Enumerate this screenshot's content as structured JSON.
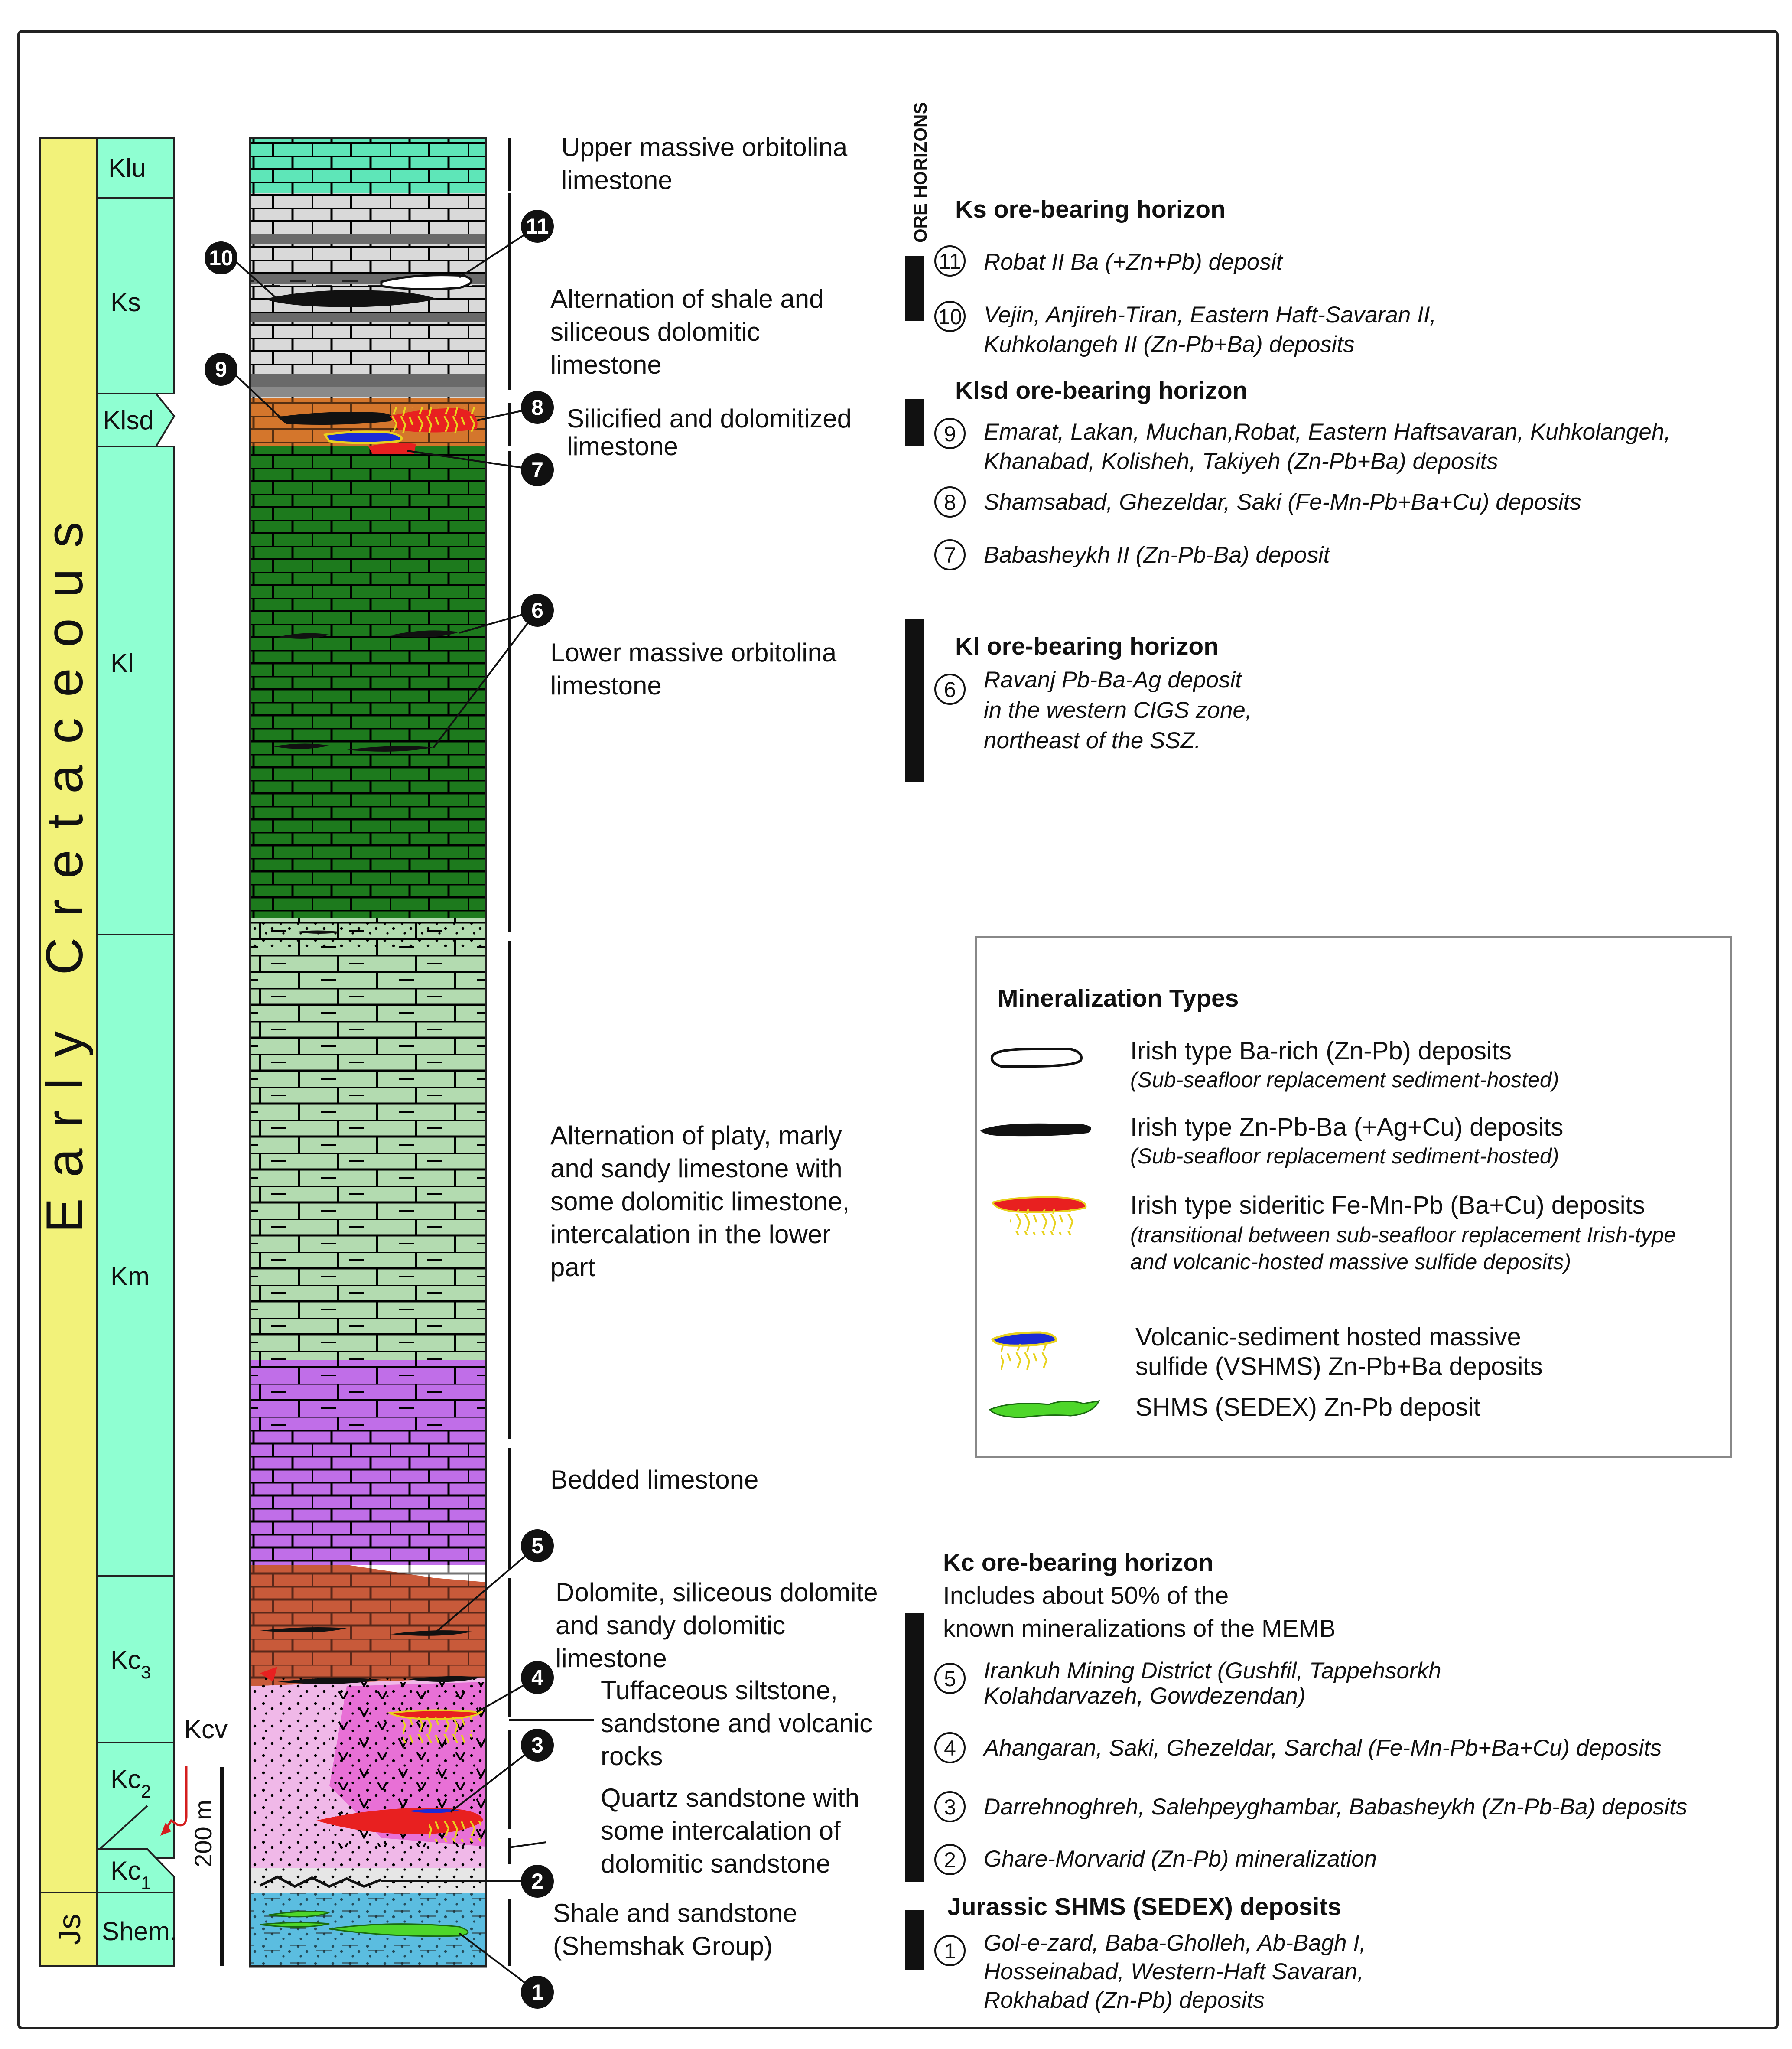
{
  "colors": {
    "klu": "#5ee6b8",
    "ks": "#d9d9d9",
    "klsd": "#d4762c",
    "kl": "#1d7a1d",
    "km": "#b3dbb0",
    "km_upper": "#c06ee8",
    "kc3": "#c85a3a",
    "kc2": "#f0b8e8",
    "kc1": "#e6e6e6",
    "shem": "#5bbde0",
    "period": "#f2f27a",
    "units": "#8fffd2"
  },
  "period": {
    "label": "Early Cretaceous",
    "jurassic": "Js"
  },
  "units": {
    "klu": "Klu",
    "ks": "Ks",
    "klsd": "Klsd",
    "kl": "Kl",
    "km": "Km",
    "kc3": "Kc",
    "kc3_sub": "3",
    "kc2": "Kc",
    "kc2_sub": "2",
    "kc1": "Kc",
    "kc1_sub": "1",
    "shem": "Shem.",
    "kcv": "Kcv"
  },
  "scale_bar": "200 m",
  "lithology": {
    "l1": "Upper massive orbitolina",
    "l1b": "limestone",
    "l2": "Alternation of shale and",
    "l2b": "siliceous dolomitic",
    "l2c": "limestone",
    "l3": "Silicified and dolomitized",
    "l3b": "limestone",
    "l4": "Lower massive orbitolina",
    "l4b": "limestone",
    "l5": "Alternation of platy, marly",
    "l5b": "and sandy limestone with",
    "l5c": "some dolomitic limestone,",
    "l5d": "intercalation in the lower",
    "l5e": "part",
    "l6": "Bedded limestone",
    "l7": "Dolomite, siliceous dolomite",
    "l7b": "and sandy dolomitic",
    "l7c": "limestone",
    "l8": "Tuffaceous siltstone,",
    "l8b": "sandstone and volcanic",
    "l8c": "rocks",
    "l9": "Quartz sandstone with",
    "l9b": "some intercalation of",
    "l9c": "dolomitic sandstone",
    "l10": "Shale and sandstone",
    "l10b": "(Shemshak Group)"
  },
  "ore_horizons_title": "ORE HORIZONS",
  "horizons": {
    "ks_title": "Ks ore-bearing horizon",
    "n11": "Robat II Ba (+Zn+Pb) deposit",
    "n10": "Vejin, Anjireh-Tiran, Eastern Haft-Savaran II,",
    "n10b": "Kuhkolangeh II (Zn-Pb+Ba) deposits",
    "klsd_title": "Klsd ore-bearing horizon",
    "n9": "Emarat, Lakan, Muchan,Robat, Eastern Haftsavaran, Kuhkolangeh,",
    "n9b": "Khanabad, Kolisheh, Takiyeh (Zn-Pb+Ba) deposits",
    "n8": "Shamsabad, Ghezeldar, Saki (Fe-Mn-Pb+Ba+Cu) deposits",
    "n7": "Babasheykh II (Zn-Pb-Ba) deposit",
    "kl_title": "Kl ore-bearing horizon",
    "n6": "Ravanj Pb-Ba-Ag deposit",
    "n6b": "in the western CIGS zone,",
    "n6c": "northeast of the SSZ.",
    "kc_title": "Kc ore-bearing horizon",
    "kc_desc": "Includes about 50% of the",
    "kc_desc2": "known mineralizations of the MEMB",
    "n5": "Irankuh Mining District (Gushfil, Tappehsorkh",
    "n5b": "Kolahdarvazeh, Gowdezendan)",
    "n4": "Ahangaran, Saki, Ghezeldar, Sarchal (Fe-Mn-Pb+Ba+Cu) deposits",
    "n3": "Darrehnoghreh, Salehpeyghambar, Babasheykh (Zn-Pb-Ba) deposits",
    "n2": "Ghare-Morvarid (Zn-Pb) mineralization",
    "js_title": "Jurassic SHMS (SEDEX) deposits",
    "n1": "Gol-e-zard, Baba-Gholleh, Ab-Bagh I,",
    "n1b": "Hosseinabad, Western-Haft Savaran,",
    "n1c": "Rokhabad  (Zn-Pb) deposits"
  },
  "circle_numbers": [
    "1",
    "2",
    "3",
    "4",
    "5",
    "6",
    "7",
    "8",
    "9",
    "10",
    "11"
  ],
  "legend": {
    "title": "Mineralization Types",
    "t1": "Irish type Ba-rich (Zn-Pb) deposits",
    "t1s": "(Sub-seafloor replacement sediment-hosted)",
    "t2": "Irish type Zn-Pb-Ba (+Ag+Cu) deposits",
    "t2s": "(Sub-seafloor replacement sediment-hosted)",
    "t3": "Irish type sideritic Fe-Mn-Pb (Ba+Cu) deposits",
    "t3s": "(transitional between sub-seafloor replacement Irish-type",
    "t3s2": "and volcanic-hosted massive sulfide deposits)",
    "t4": "Volcanic-sediment hosted massive",
    "t4b": "sulfide (VSHMS) Zn-Pb+Ba deposits",
    "t5": "SHMS (SEDEX) Zn-Pb deposit"
  }
}
